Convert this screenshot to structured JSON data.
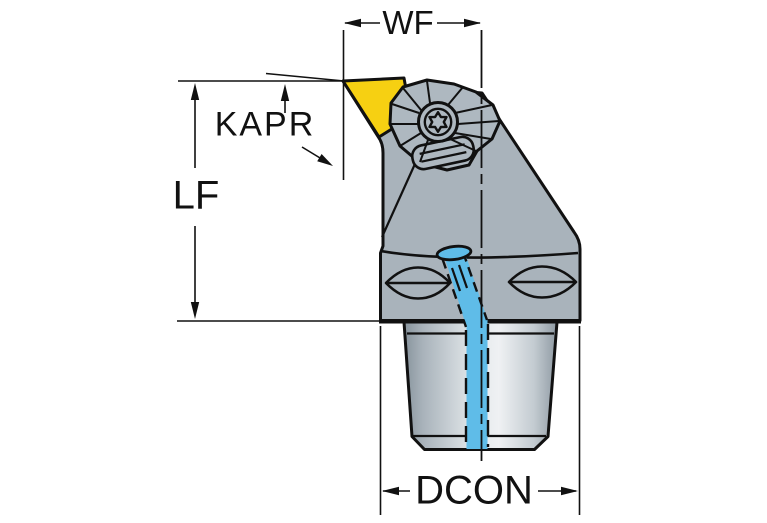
{
  "diagram": {
    "type": "technical-drawing",
    "subject": "turning tool holder with coupling shank, insert clamp and coolant channel",
    "labels": {
      "wf": "WF",
      "kapr": "KAPR",
      "lf": "LF",
      "dcon": "DCON"
    },
    "colors": {
      "outline": "#111111",
      "body_gray": "#a9b3bb",
      "clamp_gray": "#aeb8c0",
      "insert_yellow": "#f6d012",
      "coolant_blue": "#5fbce8",
      "shank_light": "#eff1f3",
      "shank_dark": "#8f9aa3",
      "background": "#ffffff"
    }
  }
}
